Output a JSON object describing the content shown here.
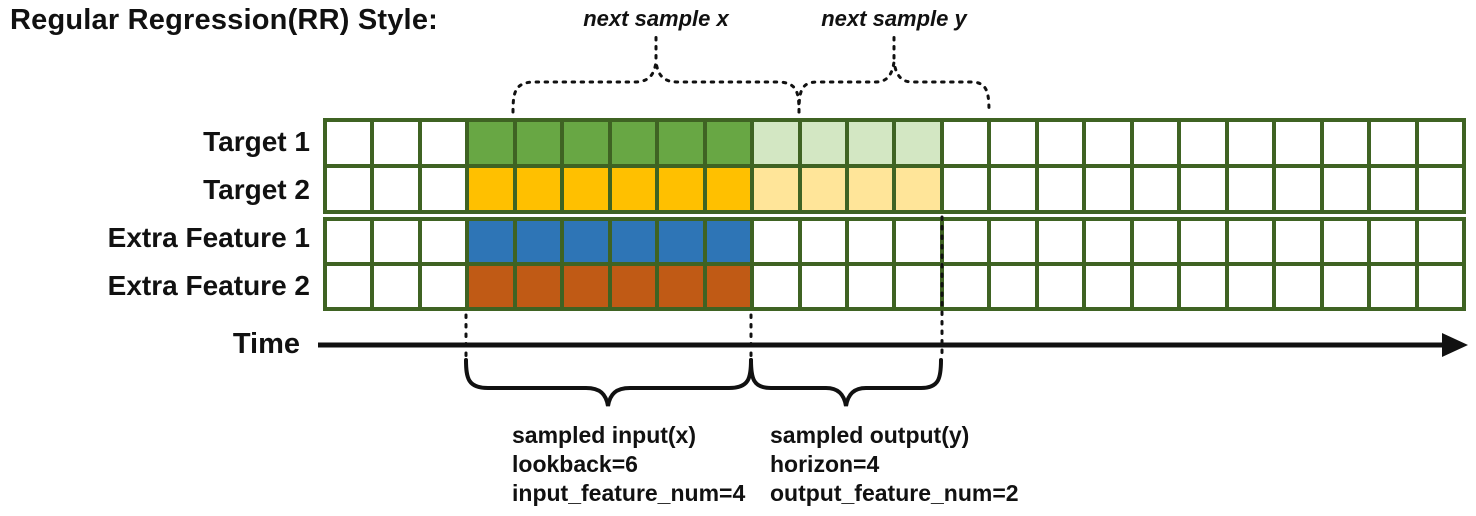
{
  "title": "Regular Regression(RR) Style:",
  "colors": {
    "grid_border": "#3f6323",
    "annotation_black": "#111111",
    "target1_input": "#68a744",
    "target1_output": "#d3e7c3",
    "target2_input": "#ffc000",
    "target2_output": "#ffe599",
    "extra1_input": "#2e75b6",
    "extra2_input": "#c05a15"
  },
  "diagram": {
    "num_columns": 24,
    "input_start_col": 3,
    "lookback": 6,
    "horizon": 4,
    "input_feature_num": 4,
    "output_feature_num": 2,
    "rows": [
      {
        "label": "Target 1",
        "group": "targets",
        "input_color": "#68a744",
        "output_color": "#d3e7c3"
      },
      {
        "label": "Target 2",
        "group": "targets",
        "input_color": "#ffc000",
        "output_color": "#ffe599"
      },
      {
        "label": "Extra Feature 1",
        "group": "extras",
        "input_color": "#2e75b6",
        "output_color": null
      },
      {
        "label": "Extra Feature 2",
        "group": "extras",
        "input_color": "#c05a15",
        "output_color": null
      }
    ]
  },
  "annotations": {
    "next_sample_x": "next sample x",
    "next_sample_y": "next sample y",
    "time_label": "Time",
    "input_lines": [
      "sampled input(x)",
      "lookback=6",
      "input_feature_num=4"
    ],
    "output_lines": [
      "sampled output(y)",
      "horizon=4",
      "output_feature_num=2"
    ]
  }
}
